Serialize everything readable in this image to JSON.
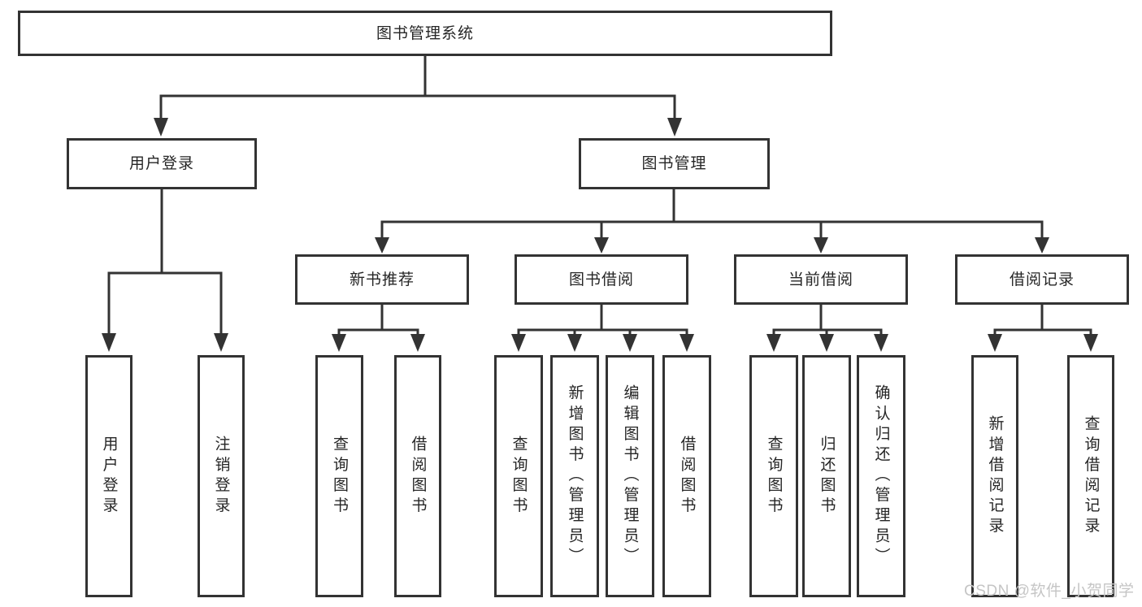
{
  "diagram": {
    "type": "hierarchy-functional-structure",
    "colors": {
      "line": "#333333",
      "box_border": "#333333",
      "text": "#262626",
      "background": "#ffffff",
      "watermark": "#c5c5c5"
    },
    "nodes": {
      "root": "图书管理系统",
      "user_login": "用户登录",
      "book_management": "图书管理",
      "new_book_recommend": "新书推荐",
      "book_borrow": "图书借阅",
      "current_borrow": "当前借阅",
      "borrow_records": "借阅记录",
      "leaf_user_login": "用户登录",
      "leaf_logout": "注销登录",
      "leaf_query_books_recommend": "查询图书",
      "leaf_borrow_books_recommend": "借阅图书",
      "leaf_query_books_borrow": "查询图书",
      "leaf_add_books_admin": "新增图书（管理员）",
      "leaf_edit_books_admin": "编辑图书（管理员）",
      "leaf_borrow_books_borrow": "借阅图书",
      "leaf_query_books_current": "查询图书",
      "leaf_return_books": "归还图书",
      "leaf_confirm_return_admin": "确认归还（管理员）",
      "leaf_add_borrow_record": "新增借阅记录",
      "leaf_query_borrow_record": "查询借阅记录"
    },
    "hierarchy": {
      "图书管理系统": {
        "用户登录": [
          "用户登录",
          "注销登录"
        ],
        "图书管理": {
          "新书推荐": [
            "查询图书",
            "借阅图书"
          ],
          "图书借阅": [
            "查询图书",
            "新增图书（管理员）",
            "编辑图书（管理员）",
            "借阅图书"
          ],
          "当前借阅": [
            "查询图书",
            "归还图书",
            "确认归还（管理员）"
          ],
          "借阅记录": [
            "新增借阅记录",
            "查询借阅记录"
          ]
        }
      }
    }
  },
  "watermark": {
    "text": "CSDN @软件_小贺同学"
  }
}
